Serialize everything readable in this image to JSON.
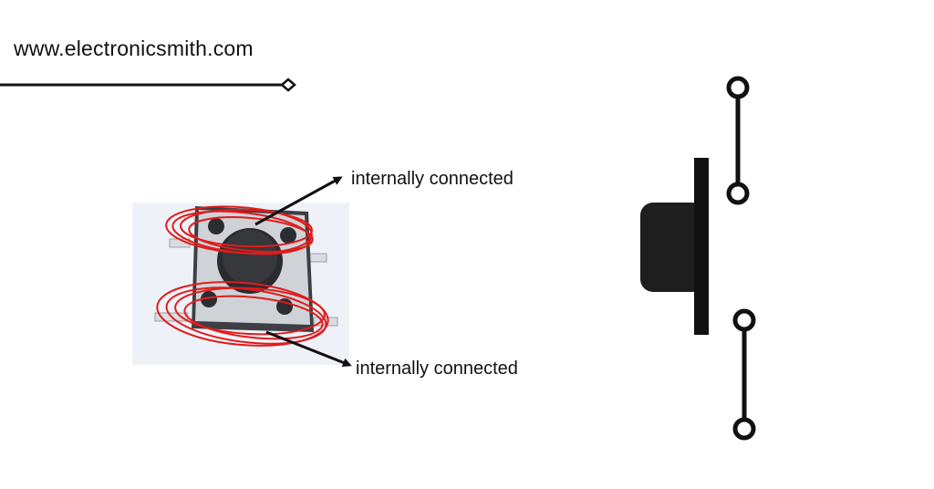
{
  "header": {
    "site_url": "www.electronicsmith.com"
  },
  "labels": {
    "top": "internally connected",
    "bottom": "internally connected"
  },
  "colors": {
    "ink": "#111111",
    "highlight": "#e01b1b",
    "button_body": "#1e1e1e",
    "photo_bg": "#eef2f8"
  },
  "icons": {
    "tactile_switch": "push-button-photo-icon",
    "switch_symbol": "push-button-schematic-icon"
  }
}
